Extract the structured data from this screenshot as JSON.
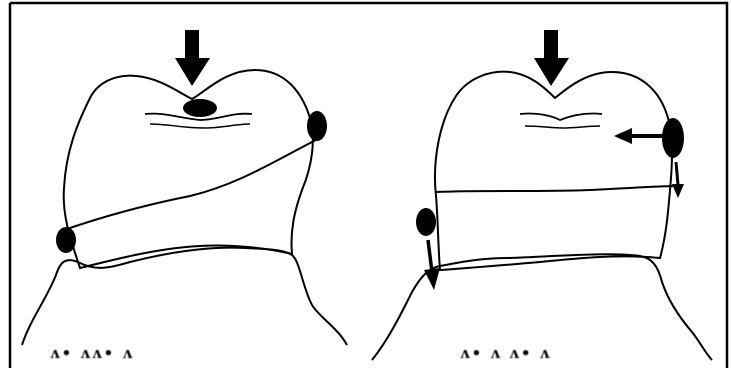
{
  "figure": {
    "panels": [
      {
        "name": "left-tooth",
        "caption": "ᴧ• ᴧᴧ• ᴧ"
      },
      {
        "name": "right-tooth",
        "caption": "ᴧ• ᴧ ᴧ• ᴧ"
      }
    ]
  },
  "colors": {
    "ink": "#000000",
    "paper": "#ffffff"
  }
}
